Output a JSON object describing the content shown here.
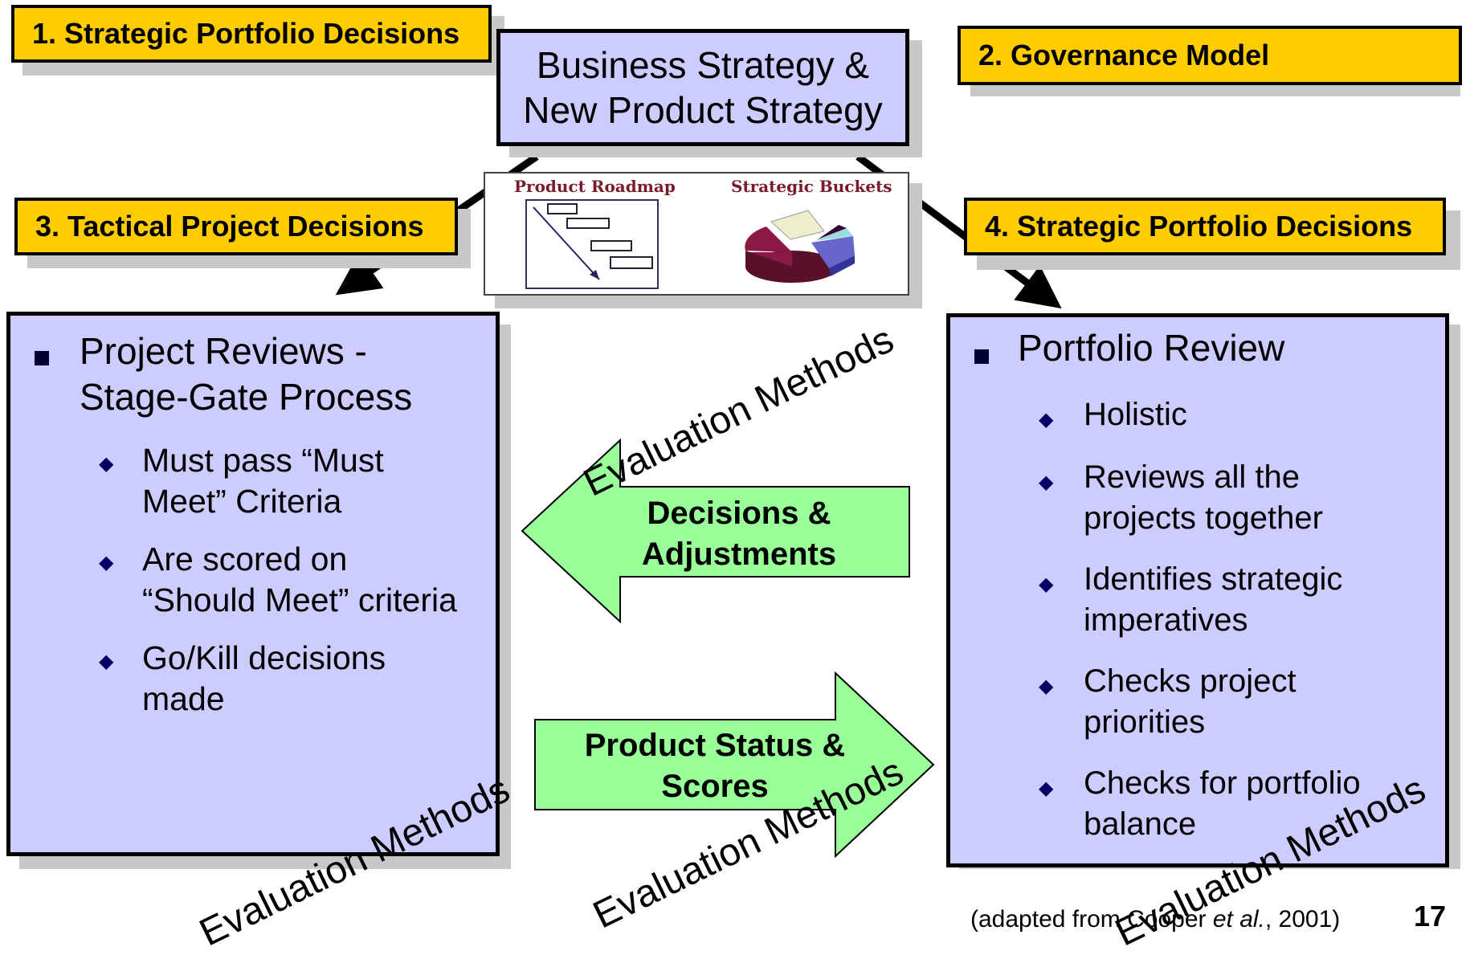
{
  "labels": {
    "l1": "1. Strategic Portfolio Decisions",
    "l2": "2. Governance Model",
    "l3": "3. Tactical Project Decisions",
    "l4": "4. Strategic Portfolio Decisions"
  },
  "strategy_box": {
    "line1": "Business Strategy &",
    "line2": "New Product Strategy"
  },
  "tools": {
    "roadmap_title": "Product Roadmap",
    "buckets_title": "Strategic Buckets"
  },
  "left_box": {
    "title_line1": "Project Reviews -",
    "title_line2": "Stage-Gate Process",
    "items": [
      {
        "line1": "Must pass “Must",
        "line2": "Meet” Criteria"
      },
      {
        "line1": "Are scored on",
        "line2": "“Should Meet” criteria"
      },
      {
        "line1": "Go/Kill decisions",
        "line2": "made"
      }
    ]
  },
  "right_box": {
    "title": "Portfolio Review",
    "items": [
      {
        "line1": "Holistic",
        "line2": ""
      },
      {
        "line1": "Reviews all the",
        "line2": "projects together"
      },
      {
        "line1": "Identifies strategic",
        "line2": "imperatives"
      },
      {
        "line1": "Checks project",
        "line2": "priorities"
      },
      {
        "line1": "Checks for portfolio",
        "line2": "balance"
      }
    ]
  },
  "arrows": {
    "decisions_line1": "Decisions &",
    "decisions_line2": "Adjustments",
    "status_line1": "Product Status &",
    "status_line2": "Scores"
  },
  "watermarks": {
    "w1": "Evaluation Methods",
    "w2": "Evaluation Methods",
    "w3": "Evaluation Methods",
    "w4": "Evaluation Methods"
  },
  "footer": {
    "citation_pre": "(adapted from Cooper ",
    "citation_em": "et al.",
    "citation_post": ", 2001)",
    "page_number": "17"
  },
  "colors": {
    "label_fill": "#ffcc00",
    "box_fill": "#ccccff",
    "arrow_fill": "#99ff99",
    "bullet": "#000066"
  }
}
